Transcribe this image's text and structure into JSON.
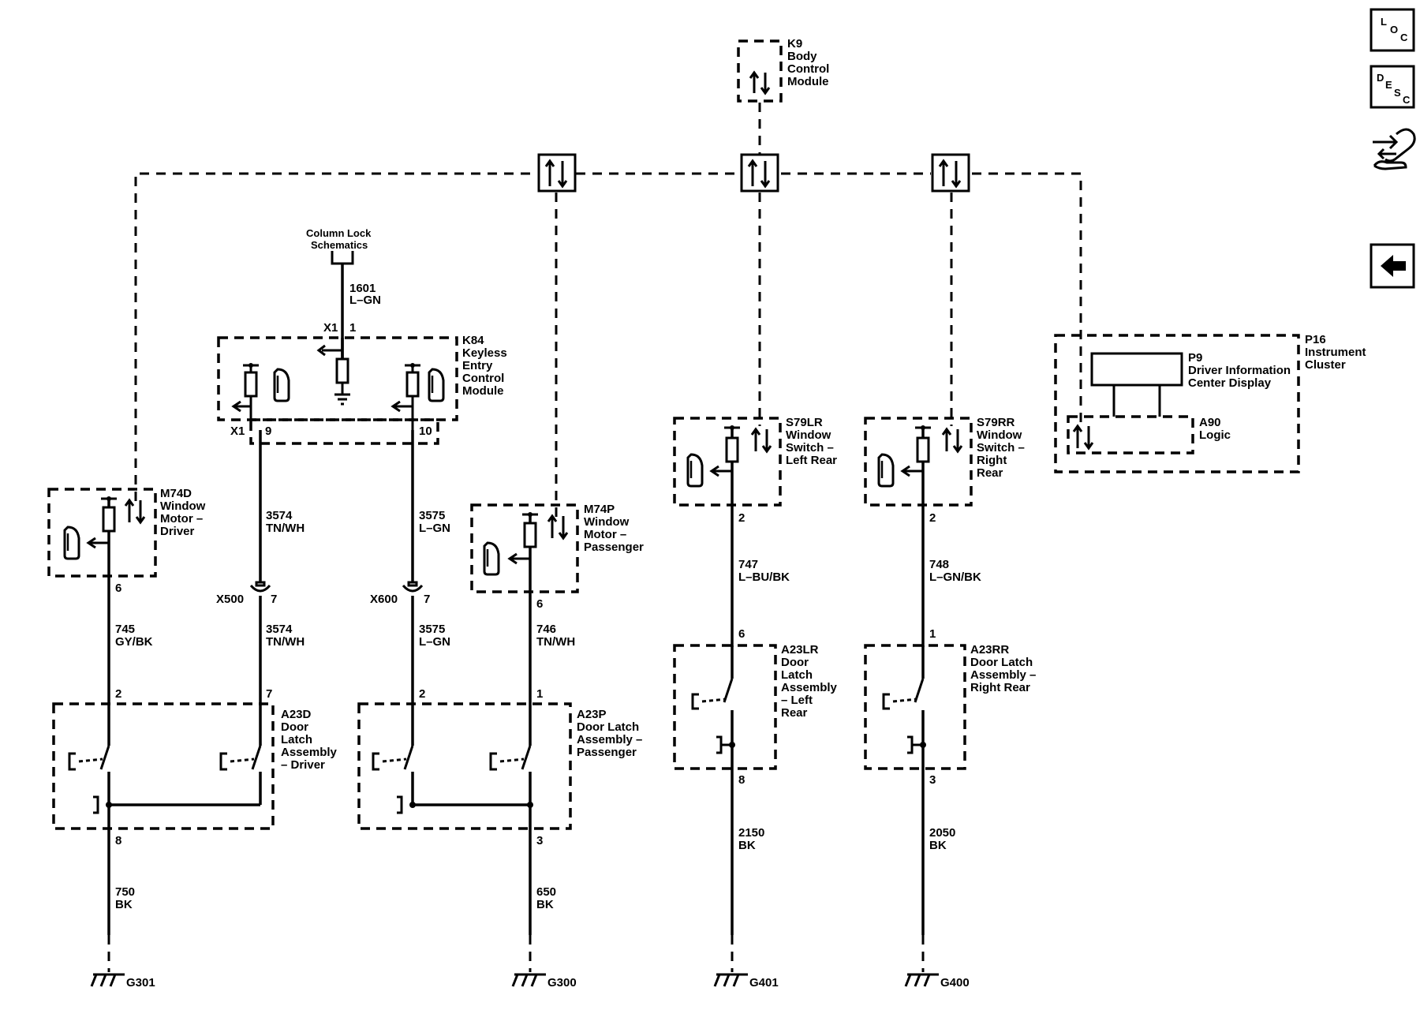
{
  "nav": {
    "loc_label": "LOC",
    "desc_label": "DESC"
  },
  "modules": {
    "k9": [
      "K9",
      "Body",
      "Control",
      "Module"
    ],
    "k84": [
      "K84",
      "Keyless",
      "Entry",
      "Control",
      "Module"
    ],
    "m74d": [
      "M74D",
      "Window",
      "Motor –",
      "Driver"
    ],
    "m74p": [
      "M74P",
      "Window",
      "Motor –",
      "Passenger"
    ],
    "s79lr": [
      "S79LR",
      "Window",
      "Switch –",
      "Left Rear"
    ],
    "s79rr": [
      "S79RR",
      "Window",
      "Switch –",
      "Right",
      "Rear"
    ],
    "p16": [
      "P16",
      "Instrument",
      "Cluster"
    ],
    "p9": [
      "P9",
      "Driver Information",
      "Center Display"
    ],
    "a90": [
      "A90",
      "Logic"
    ],
    "a23d": [
      "A23D",
      "Door",
      "Latch",
      "Assembly",
      "– Driver"
    ],
    "a23p": [
      "A23P",
      "Door Latch",
      "Assembly –",
      "Passenger"
    ],
    "a23lr": [
      "A23LR",
      "Door",
      "Latch",
      "Assembly",
      "– Left",
      "Rear"
    ],
    "a23rr": [
      "A23RR",
      "Door Latch",
      "Assembly –",
      "Right Rear"
    ],
    "column_lock": [
      "Column Lock",
      "Schematics"
    ]
  },
  "wires": {
    "w1601": [
      "1601",
      "L–GN"
    ],
    "w3574a": [
      "3574",
      "TN/WH"
    ],
    "w3575a": [
      "3575",
      "L–GN"
    ],
    "w3574b": [
      "3574",
      "TN/WH"
    ],
    "w3575b": [
      "3575",
      "L–GN"
    ],
    "w745": [
      "745",
      "GY/BK"
    ],
    "w746": [
      "746",
      "TN/WH"
    ],
    "w747": [
      "747",
      "L–BU/BK"
    ],
    "w748": [
      "748",
      "L–GN/BK"
    ],
    "w750": [
      "750",
      "BK"
    ],
    "w650": [
      "650",
      "BK"
    ],
    "w2150": [
      "2150",
      "BK"
    ],
    "w2050": [
      "2050",
      "BK"
    ]
  },
  "connectors": {
    "x1_top": "X1",
    "x1_bottom": "X1",
    "x500": "X500",
    "x600": "X600"
  },
  "pins": {
    "k84_pin1": "1",
    "k84_pin9": "9",
    "k84_pin10": "10",
    "m74d_pin6": "6",
    "x500_pin7": "7",
    "x600_pin7": "7",
    "m74p_pin6": "6",
    "s79lr_pin2": "2",
    "s79rr_pin2": "2",
    "a23d_pin2": "2",
    "a23d_pin7": "7",
    "a23d_pin8": "8",
    "a23p_pin2": "2",
    "a23p_pin1": "1",
    "a23p_pin3": "3",
    "a23lr_pin6": "6",
    "a23lr_pin8": "8",
    "a23rr_pin1": "1",
    "a23rr_pin3": "3"
  },
  "grounds": {
    "g301": "G301",
    "g300": "G300",
    "g401": "G401",
    "g400": "G400"
  }
}
